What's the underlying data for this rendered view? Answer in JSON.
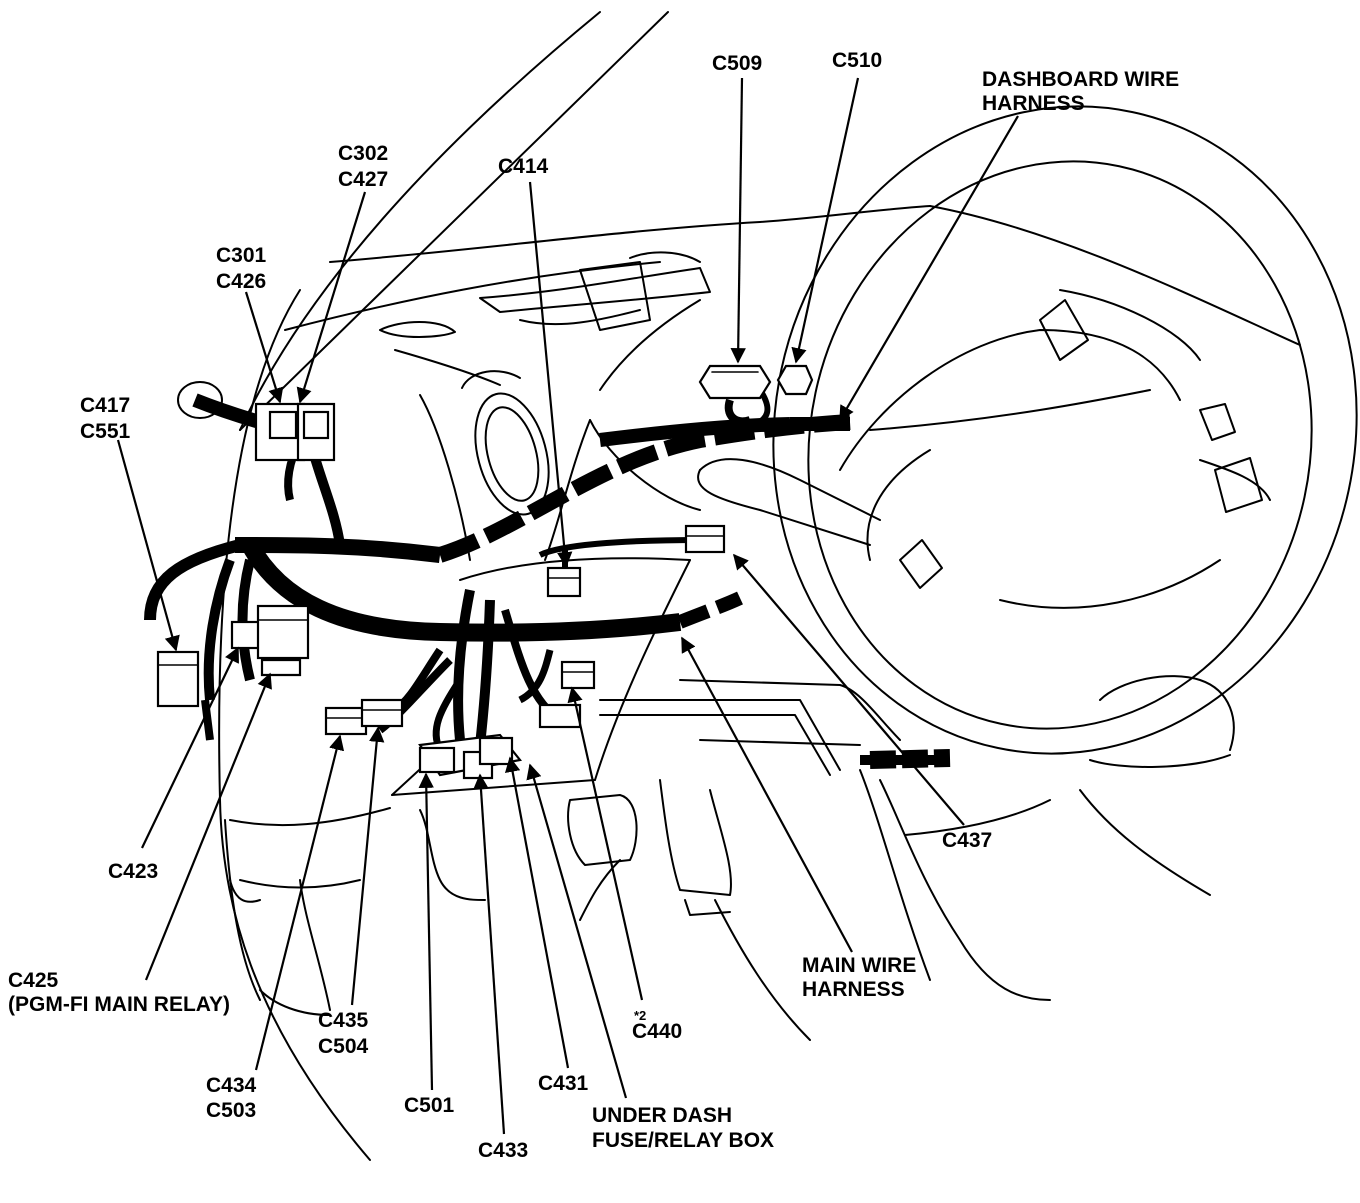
{
  "diagram": {
    "labels": {
      "c509": "C509",
      "c510": "C510",
      "dashboard_harness_1": "DASHBOARD WIRE",
      "dashboard_harness_2": "HARNESS",
      "c302": "C302",
      "c427": "C427",
      "c414": "C414",
      "c301": "C301",
      "c426a": "C426",
      "c417": "C417",
      "c551": "C551",
      "c423": "C423",
      "c437": "C437",
      "c425": "C425",
      "pgm_fi": "(PGM-FI MAIN RELAY)",
      "main_harness_1": "MAIN WIRE",
      "main_harness_2": "HARNESS",
      "c435": "C435",
      "c504": "C504",
      "asterisk2": "*2",
      "c440": "C440",
      "c434": "C434",
      "c503": "C503",
      "c431": "C431",
      "c501": "C501",
      "under_dash_1": "UNDER DASH",
      "under_dash_2": "FUSE/RELAY BOX",
      "c433": "C433"
    }
  }
}
